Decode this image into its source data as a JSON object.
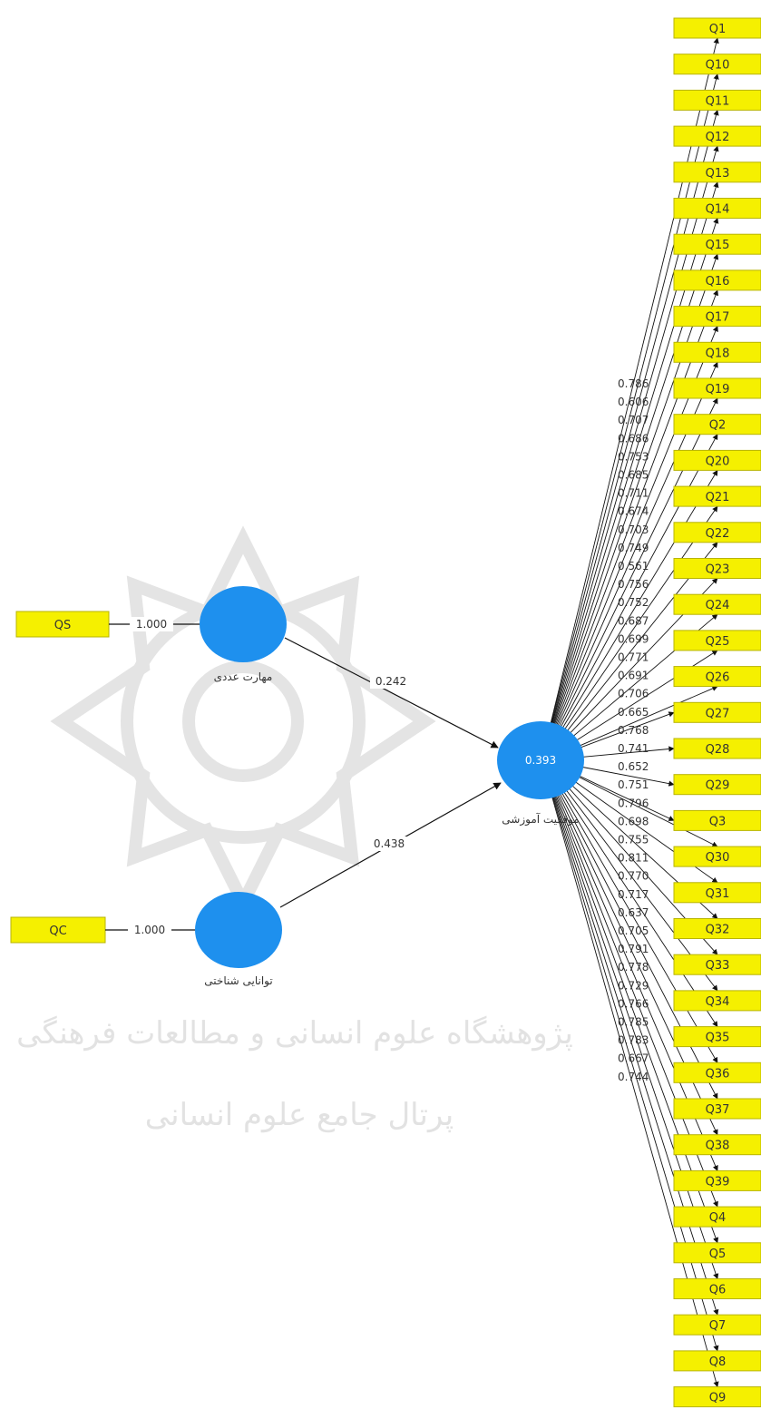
{
  "watermark": {
    "line1": "پژوهشگاه علوم انسانی و مطالعات فرهنگی",
    "line2": "پرتال جامع علوم انسانی"
  },
  "constructs": {
    "numeric_skill": {
      "label": "مهارت عددی"
    },
    "cognitive_ability": {
      "label": "توانایی شناختی"
    },
    "academic_success": {
      "label": "موفقیت آموزشی",
      "r2": "0.393"
    }
  },
  "exogenous_indicators": {
    "qs": {
      "label": "QS",
      "loading": "1.000"
    },
    "qc": {
      "label": "QC",
      "loading": "1.000"
    }
  },
  "paths": {
    "numeric_to_success": "0.242",
    "cognitive_to_success": "0.438"
  },
  "indicators": [
    {
      "label": "Q1",
      "loading": "0.786"
    },
    {
      "label": "Q10",
      "loading": "0.606"
    },
    {
      "label": "Q11",
      "loading": "0.707"
    },
    {
      "label": "Q12",
      "loading": "0.686"
    },
    {
      "label": "Q13",
      "loading": "0.753"
    },
    {
      "label": "Q14",
      "loading": "0.685"
    },
    {
      "label": "Q15",
      "loading": "0.711"
    },
    {
      "label": "Q16",
      "loading": "0.674"
    },
    {
      "label": "Q17",
      "loading": "0.703"
    },
    {
      "label": "Q18",
      "loading": "0.749"
    },
    {
      "label": "Q19",
      "loading": "0.561"
    },
    {
      "label": "Q2",
      "loading": "0.756"
    },
    {
      "label": "Q20",
      "loading": "0.752"
    },
    {
      "label": "Q21",
      "loading": "0.687"
    },
    {
      "label": "Q22",
      "loading": "0.699"
    },
    {
      "label": "Q23",
      "loading": "0.771"
    },
    {
      "label": "Q24",
      "loading": "0.691"
    },
    {
      "label": "Q25",
      "loading": "0.706"
    },
    {
      "label": "Q26",
      "loading": "0.665"
    },
    {
      "label": "Q27",
      "loading": "0.768"
    },
    {
      "label": "Q28",
      "loading": "0.741"
    },
    {
      "label": "Q29",
      "loading": "0.652"
    },
    {
      "label": "Q3",
      "loading": "0.751"
    },
    {
      "label": "Q30",
      "loading": "0.796"
    },
    {
      "label": "Q31",
      "loading": "0.698"
    },
    {
      "label": "Q32",
      "loading": "0.755"
    },
    {
      "label": "Q33",
      "loading": "0.811"
    },
    {
      "label": "Q34",
      "loading": "0.770"
    },
    {
      "label": "Q35",
      "loading": "0.717"
    },
    {
      "label": "Q36",
      "loading": "0.637"
    },
    {
      "label": "Q37",
      "loading": "0.705"
    },
    {
      "label": "Q38",
      "loading": "0.791"
    },
    {
      "label": "Q39",
      "loading": "0.778"
    },
    {
      "label": "Q4",
      "loading": "0.729"
    },
    {
      "label": "Q5",
      "loading": "0.766"
    },
    {
      "label": "Q6",
      "loading": "0.785"
    },
    {
      "label": "Q7",
      "loading": "0.783"
    },
    {
      "label": "Q8",
      "loading": "0.667"
    },
    {
      "label": "Q9",
      "loading": "0.744"
    }
  ],
  "colors": {
    "construct_fill": "#1e90ee",
    "indicator_fill": "#f5f000",
    "indicator_border": "#b8b400",
    "line": "#111111"
  }
}
